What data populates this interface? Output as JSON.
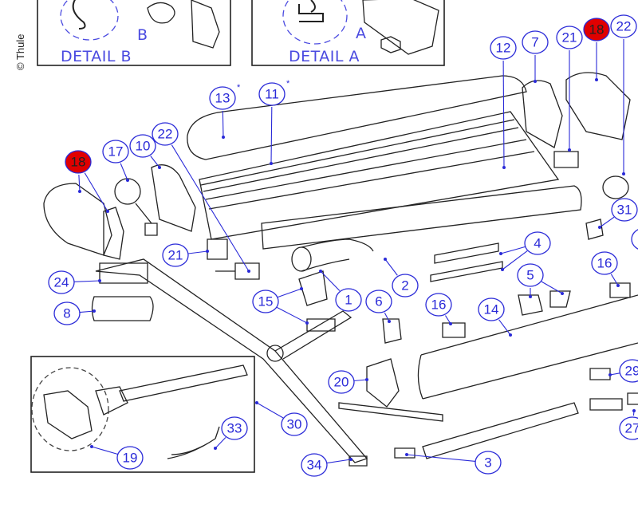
{
  "copyright": "© Thule",
  "details": {
    "detail_b_label": "DETAIL B",
    "detail_b_marker": "B",
    "detail_a_label": "DETAIL A",
    "detail_a_marker": "A"
  },
  "callouts": [
    {
      "id": "13",
      "label": "13",
      "note": "*",
      "highlight": false
    },
    {
      "id": "11",
      "label": "11",
      "note": "*",
      "highlight": false
    },
    {
      "id": "12",
      "label": "12",
      "highlight": false
    },
    {
      "id": "7",
      "label": "7",
      "highlight": false
    },
    {
      "id": "21a",
      "label": "21",
      "highlight": false
    },
    {
      "id": "18a",
      "label": "18",
      "highlight": true
    },
    {
      "id": "22a",
      "label": "22",
      "highlight": false
    },
    {
      "id": "18b",
      "label": "18",
      "highlight": true
    },
    {
      "id": "17",
      "label": "17",
      "highlight": false
    },
    {
      "id": "10",
      "label": "10",
      "highlight": false
    },
    {
      "id": "22b",
      "label": "22",
      "highlight": false
    },
    {
      "id": "21b",
      "label": "21",
      "highlight": false
    },
    {
      "id": "24",
      "label": "24",
      "highlight": false
    },
    {
      "id": "8",
      "label": "8",
      "highlight": false
    },
    {
      "id": "15",
      "label": "15",
      "highlight": false
    },
    {
      "id": "1",
      "label": "1",
      "highlight": false
    },
    {
      "id": "2",
      "label": "2",
      "highlight": false
    },
    {
      "id": "6a",
      "label": "6",
      "highlight": false
    },
    {
      "id": "4",
      "label": "4",
      "highlight": false
    },
    {
      "id": "5",
      "label": "5",
      "highlight": false
    },
    {
      "id": "16a",
      "label": "16",
      "highlight": false
    },
    {
      "id": "31",
      "label": "31",
      "highlight": false
    },
    {
      "id": "6b",
      "label": "6",
      "highlight": false
    },
    {
      "id": "16b",
      "label": "16",
      "highlight": false
    },
    {
      "id": "14",
      "label": "14",
      "highlight": false
    },
    {
      "id": "20",
      "label": "20",
      "highlight": false
    },
    {
      "id": "29",
      "label": "29",
      "highlight": false
    },
    {
      "id": "27",
      "label": "27",
      "highlight": false
    },
    {
      "id": "30",
      "label": "30",
      "highlight": false
    },
    {
      "id": "33",
      "label": "33",
      "highlight": false
    },
    {
      "id": "19",
      "label": "19",
      "highlight": false
    },
    {
      "id": "34",
      "label": "34",
      "highlight": false
    },
    {
      "id": "3",
      "label": "3",
      "highlight": false
    }
  ],
  "colors": {
    "callout": "#2a2ad8",
    "highlight": "#e00000",
    "line": "#222222"
  }
}
